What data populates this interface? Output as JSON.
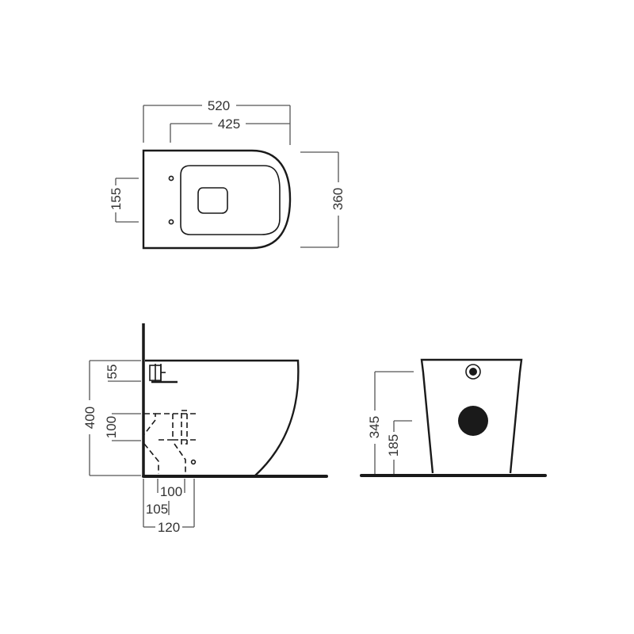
{
  "colors": {
    "line": "#1a1a1a",
    "dimension": "#555555",
    "background": "#ffffff"
  },
  "top_view": {
    "width_overall": "520",
    "width_inner": "425",
    "depth": "360",
    "fixing_spacing": "155"
  },
  "side_view": {
    "height": "400",
    "inlet_height": "55",
    "outlet_pipe": "100",
    "outlet_100": "100",
    "outlet_105": "105",
    "outlet_120": "120"
  },
  "back_view": {
    "height_345": "345",
    "height_185": "185"
  }
}
